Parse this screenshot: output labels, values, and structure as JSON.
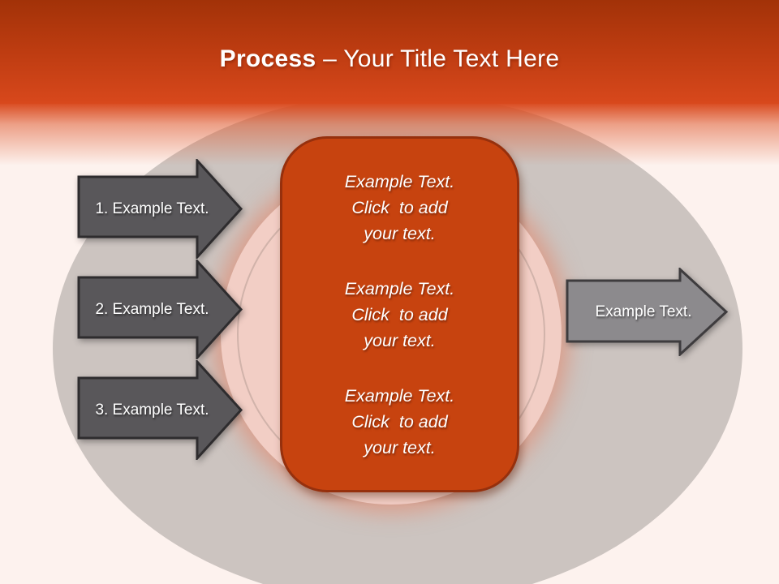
{
  "header": {
    "title_bold": "Process",
    "title_regular": " – Your Title Text Here"
  },
  "left_arrows": [
    {
      "label": "1. Example Text."
    },
    {
      "label": "2. Example Text."
    },
    {
      "label": "3. Example Text."
    }
  ],
  "right_arrow": {
    "label": "Example Text."
  },
  "center_box": {
    "paragraphs": [
      {
        "line1": "Example Text.",
        "line2": "Click  to add",
        "line3": "your text."
      },
      {
        "line1": "Example Text.",
        "line2": "Click  to add",
        "line3": "your text."
      },
      {
        "line1": "Example Text.",
        "line2": "Click  to add",
        "line3": "your text."
      }
    ]
  },
  "colors": {
    "header_dark": "#a23208",
    "header_orange": "#d8481c",
    "bg": "#fdf2ee",
    "ellipse": "#ccc4c0",
    "circle_pink": "#f2cec5",
    "box_fill": "#c7430f",
    "box_border": "#96300d",
    "arrow_dark": "#59575a",
    "arrow_dark_stroke": "#2e2c2e",
    "arrow_light": "#8c8a8d",
    "arrow_light_stroke": "#3e3c3e",
    "text_white": "#ffffff"
  }
}
